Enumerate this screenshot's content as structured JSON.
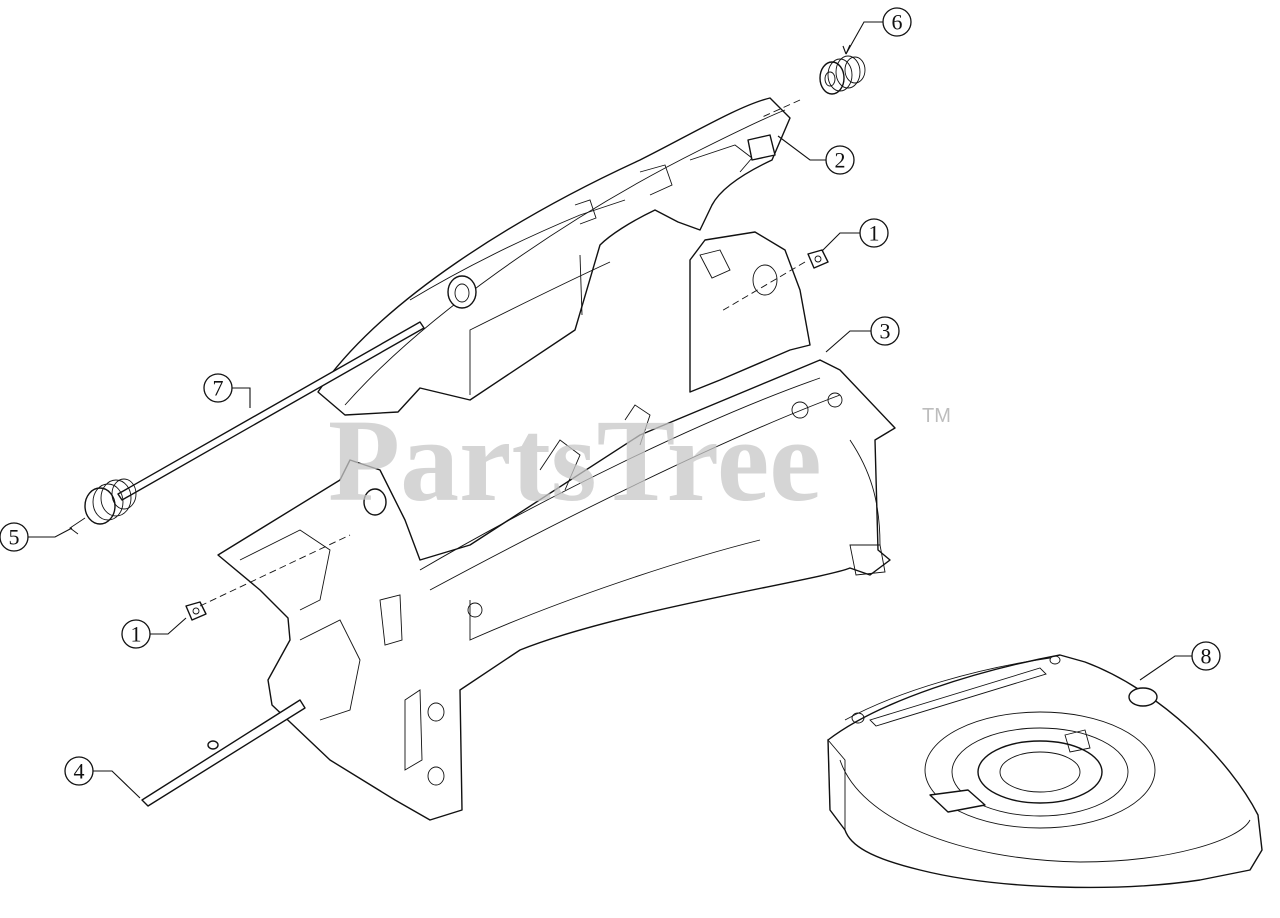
{
  "watermark": {
    "text": "PartsTree",
    "trademark": "TM"
  },
  "callouts": [
    {
      "id": "callout-6",
      "label": "6"
    },
    {
      "id": "callout-2",
      "label": "2"
    },
    {
      "id": "callout-1-top",
      "label": "1"
    },
    {
      "id": "callout-3",
      "label": "3"
    },
    {
      "id": "callout-7",
      "label": "7"
    },
    {
      "id": "callout-5",
      "label": "5"
    },
    {
      "id": "callout-1-bottom",
      "label": "1"
    },
    {
      "id": "callout-8",
      "label": "8"
    },
    {
      "id": "callout-4",
      "label": "4"
    }
  ],
  "colors": {
    "line": "#111111",
    "watermark": "#c8c8c8",
    "background": "#ffffff"
  }
}
